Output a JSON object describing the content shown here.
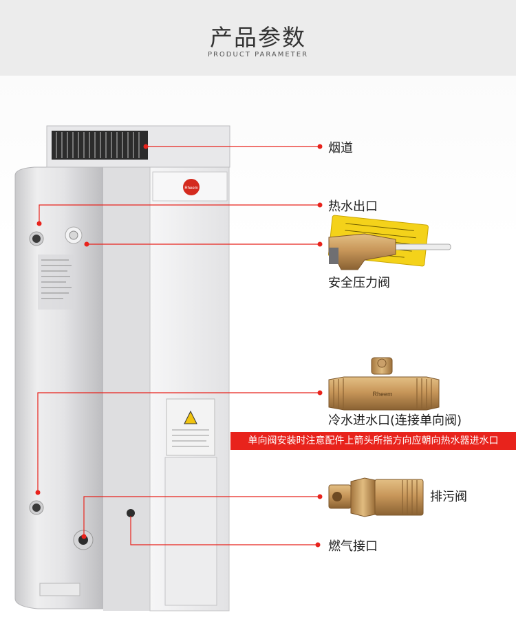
{
  "header": {
    "title": "产品参数",
    "subtitle": "PRODUCT PARAMETER"
  },
  "brand": {
    "logo_text": "Rheem",
    "accent_color": "#e8231c"
  },
  "labels": {
    "flue": "烟道",
    "hot_water_outlet": "热水出口",
    "safety_valve": "安全压力阀",
    "cold_water_inlet": "冷水进水口(连接单向阀)",
    "drain_valve": "排污阀",
    "gas_inlet": "燃气接口"
  },
  "notice": {
    "text": "单向阀安装时注意配件上箭头所指方向应朝向热水器进水口"
  },
  "fitting_stamp": "Rheem"
}
